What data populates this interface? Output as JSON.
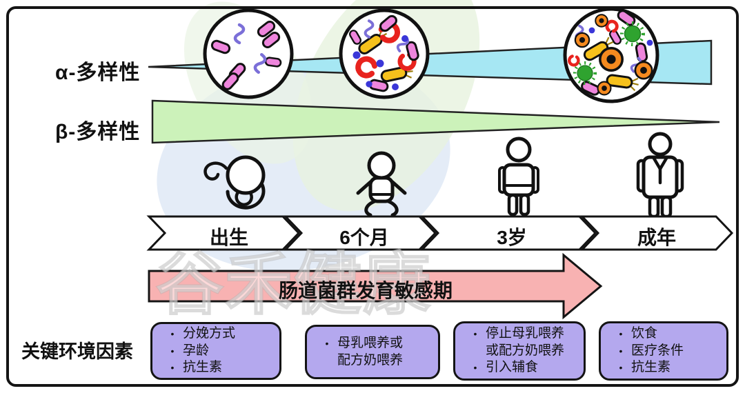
{
  "labels": {
    "alpha_diversity": "α-多样性",
    "beta_diversity": "β-多样性",
    "env_factors": "关键环境因素",
    "sensitive_period": "肠道菌群发育敏感期",
    "watermark": "谷禾健康",
    "bullet": "•"
  },
  "timeline": {
    "stages": [
      {
        "label": "出生"
      },
      {
        "label": "6个月"
      },
      {
        "label": "3岁"
      },
      {
        "label": "成年"
      }
    ]
  },
  "factor_boxes": [
    {
      "lines": [
        {
          "bullet": true,
          "text": "分娩方式"
        },
        {
          "bullet": true,
          "text": "孕龄"
        },
        {
          "bullet": true,
          "text": "抗生素"
        }
      ]
    },
    {
      "lines": [
        {
          "bullet": true,
          "text": "母乳喂养或"
        },
        {
          "bullet": false,
          "text": "配方奶喂养"
        }
      ]
    },
    {
      "lines": [
        {
          "bullet": true,
          "text": "停止母乳喂养"
        },
        {
          "bullet": false,
          "text": "或配方奶喂养"
        },
        {
          "bullet": true,
          "text": "引入辅食"
        }
      ]
    },
    {
      "lines": [
        {
          "bullet": true,
          "text": "饮食"
        },
        {
          "bullet": true,
          "text": "医疗条件"
        },
        {
          "bullet": true,
          "text": "抗生素"
        }
      ]
    }
  ],
  "icons": {
    "stage_figures": [
      "fetus-icon",
      "baby-icon",
      "toddler-icon",
      "adult-icon"
    ],
    "microbe_circles": [
      "low-diversity-microbiota",
      "medium-diversity-microbiota",
      "high-diversity-microbiota"
    ]
  },
  "colors": {
    "alpha_wedge": "#a6e7f3",
    "beta_wedge": "#ccf2ba",
    "sensitive_arrow": "#f8b2b2",
    "factor_box": "#b4a8ee",
    "outline": "#141414",
    "pink_bacteria": "#ee85dc",
    "purple_spirochete": "#7b6fd8",
    "yellow_rod": "#f6c11c",
    "red_vibrio": "#e8231e",
    "blue_coccus": "#3a36d8",
    "orange_cell": "#f58a1f",
    "green_virus": "#2fa32f"
  }
}
